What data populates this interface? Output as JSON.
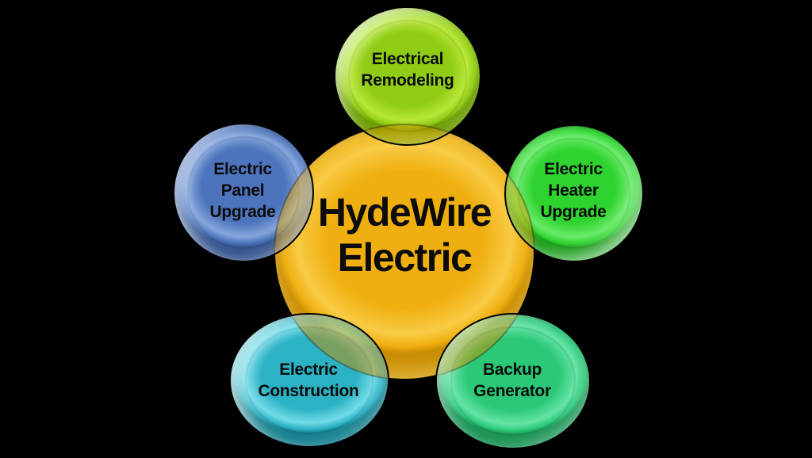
{
  "background_color": "#000000",
  "diagram_type": "radial",
  "center": {
    "id": "hydewire-electric",
    "label": "HydeWire\nElectric",
    "colors": {
      "fill": "#EFAF10",
      "highlight": "#F9CB45",
      "shadow": "#C98B00"
    }
  },
  "nodes": [
    {
      "id": "electrical-remodeling",
      "label": "Electrical\nRemodeling",
      "position": "top",
      "colors": {
        "fill": "#90CC15",
        "highlight": "#B8E738",
        "shadow": "#6E9E04"
      }
    },
    {
      "id": "electric-heater-upgrade",
      "label": "Electric\nHeater\nUpgrade",
      "position": "right",
      "colors": {
        "fill": "#2FD32F",
        "highlight": "#6AEB6A",
        "shadow": "#1B9E1B"
      }
    },
    {
      "id": "backup-generator",
      "label": "Backup\nGenerator",
      "position": "bottom-right",
      "colors": {
        "fill": "#2BC878",
        "highlight": "#66E3A6",
        "shadow": "#1B9455"
      }
    },
    {
      "id": "electric-construction",
      "label": "Electric\nConstruction",
      "position": "bottom-left",
      "colors": {
        "fill": "#2BB2C4",
        "highlight": "#73DBE8",
        "shadow": "#17808F"
      }
    },
    {
      "id": "electric-panel-upgrade",
      "label": "Electric\nPanel\nUpgrade",
      "position": "left",
      "colors": {
        "fill": "#4C73BB",
        "highlight": "#84A6DC",
        "shadow": "#35568F"
      }
    }
  ]
}
